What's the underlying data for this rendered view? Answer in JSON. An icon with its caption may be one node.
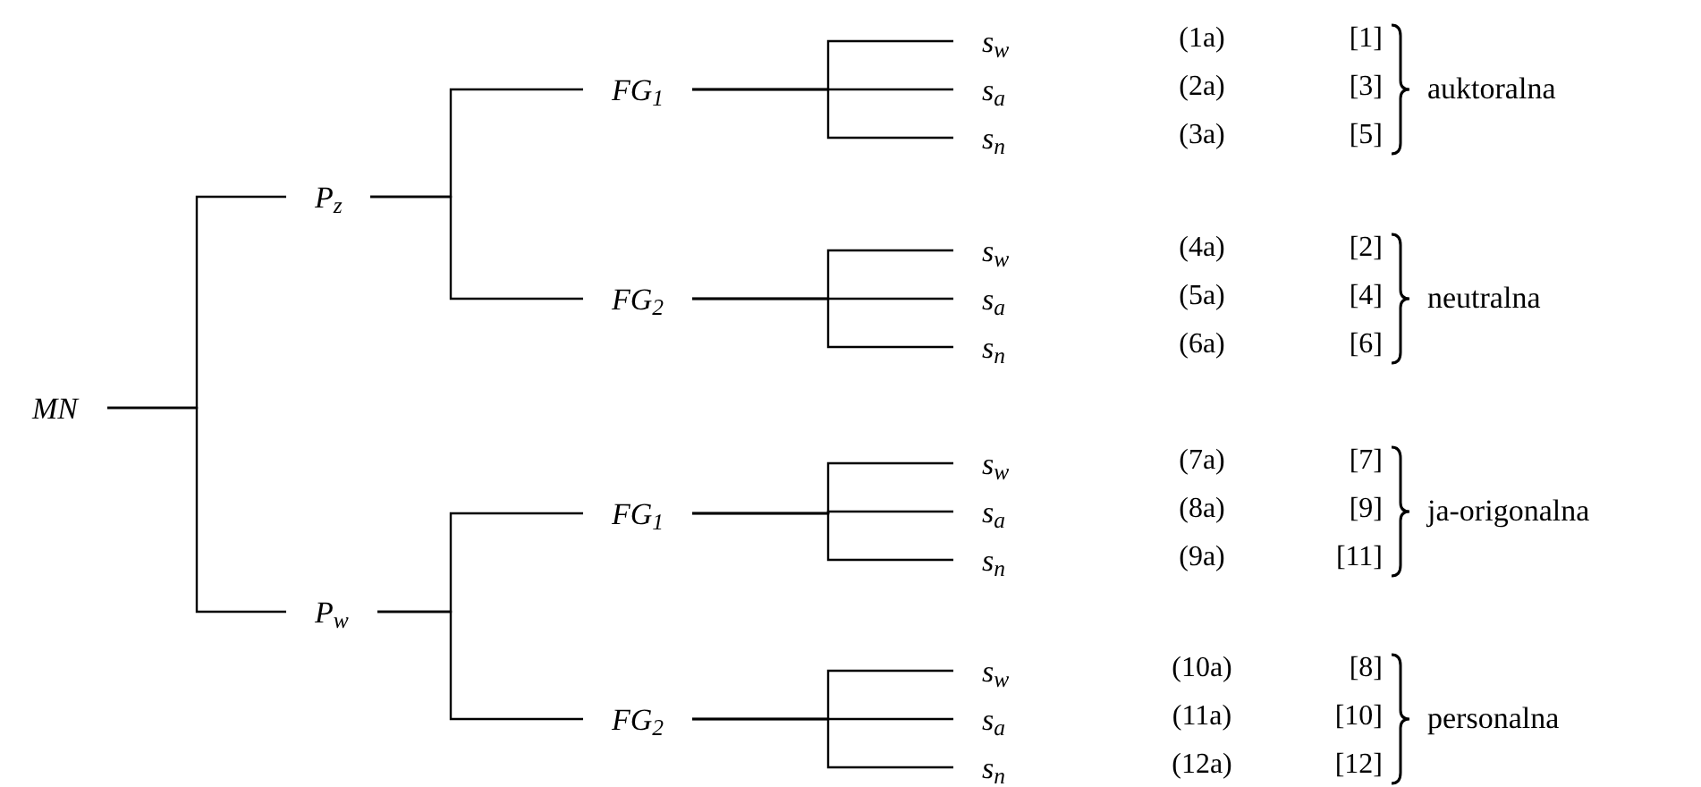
{
  "diagram": {
    "nodes": [
      {
        "text": [
          "MN"
        ]
      },
      {
        "text": [
          "P$_{z}$"
        ]
      },
      {
        "text": [
          "FG$_{1}$"
        ]
      },
      {
        "text": [
          "s$_{w}$"
        ]
      },
      {
        "text": [
          "s$_{a}$"
        ]
      },
      {
        "text": [
          "s$_{n}$"
        ]
      },
      {
        "text": [
          "FG$_{2}$"
        ]
      },
      {
        "text": [
          "s$_{w}$"
        ]
      },
      {
        "text": [
          "s$_{a}$"
        ]
      },
      {
        "text": [
          "s$_{n}$"
        ]
      },
      {
        "text": [
          "P$_{w}$"
        ]
      },
      {
        "text": [
          "FG$_{1}$"
        ]
      },
      {
        "text": [
          "s$_{w}$"
        ]
      },
      {
        "text": [
          "s$_{a}$"
        ]
      },
      {
        "text": [
          "s$_{n}$"
        ]
      },
      {
        "text": [
          "FG$_{2}$"
        ]
      },
      {
        "text": [
          "s$_{w}$"
        ]
      },
      {
        "text": [
          "s$_{a}$"
        ]
      },
      {
        "text": [
          "s$_{n}$"
        ]
      }
    ],
    "edges": [
      {
        "from": 0,
        "to": 1,
        "arrow": "none"
      },
      {
        "from": 0,
        "to": 10,
        "arrow": "none"
      },
      {
        "from": 1,
        "to": 2,
        "arrow": "none"
      },
      {
        "from": 1,
        "to": 6,
        "arrow": "none"
      },
      {
        "from": 2,
        "to": 3,
        "arrow": "none"
      },
      {
        "from": 2,
        "to": 4,
        "arrow": "none"
      },
      {
        "from": 2,
        "to": 5,
        "arrow": "none"
      },
      {
        "from": 6,
        "to": 7,
        "arrow": "none"
      },
      {
        "from": 6,
        "to": 8,
        "arrow": "none"
      },
      {
        "from": 6,
        "to": 9,
        "arrow": "none"
      },
      {
        "from": 10,
        "to": 11,
        "arrow": "none"
      },
      {
        "from": 10,
        "to": 15,
        "arrow": "none"
      },
      {
        "from": 11,
        "to": 12,
        "arrow": "none"
      },
      {
        "from": 11,
        "to": 13,
        "arrow": "none"
      },
      {
        "from": 11,
        "to": 14,
        "arrow": "none"
      },
      {
        "from": 15,
        "to": 16,
        "arrow": "none"
      },
      {
        "from": 15,
        "to": 17,
        "arrow": "none"
      },
      {
        "from": 15,
        "to": 18,
        "arrow": "none"
      }
    ],
    "labels": [
      "(1a)",
      "[1]",
      "(2a)",
      "[3]",
      "(3a)",
      "[5]",
      "auktoralna",
      "(4a)",
      "[2]",
      "(5a)",
      "[4]",
      "(6a)",
      "[6]",
      "neutralna",
      "(7a)",
      "[7]",
      "(8a)",
      "[9]",
      "(9a)",
      "[11]",
      "ja-origonalna",
      "(10a)",
      "[8]",
      "(11a)",
      "[10]",
      "(12a)",
      "[12]",
      "personalna"
    ]
  }
}
